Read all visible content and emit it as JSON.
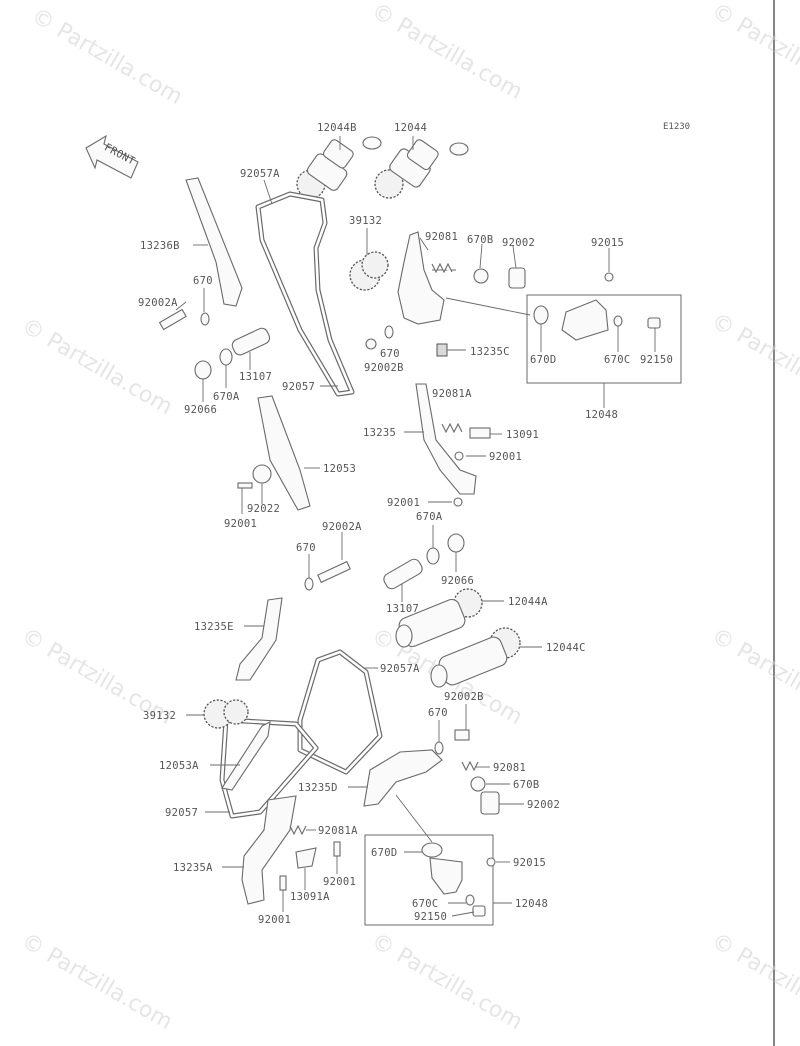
{
  "diagram_code": "E1230",
  "front_label": "FRONT",
  "watermark": "© Partzilla.com",
  "parts_upper": {
    "p12044B": "12044B",
    "p12044": "12044",
    "p92057A": "92057A",
    "p13236B": "13236B",
    "p39132": "39132",
    "p92081": "92081",
    "p670B": "670B",
    "p92002": "92002",
    "p92015": "92015",
    "p670": "670",
    "p92002A": "92002A",
    "p670D": "670D",
    "p670C": "670C",
    "p92150": "92150",
    "p13235C": "13235C",
    "p670b": "670",
    "p92002B": "92002B",
    "p13107": "13107",
    "p92057": "92057",
    "p670A": "670A",
    "p92066": "92066",
    "p12048": "12048",
    "p92081A": "92081A",
    "p13235": "13235",
    "p13091": "13091",
    "p92001a": "92001",
    "p12053": "12053",
    "p92022": "92022",
    "p92001b": "92001",
    "p92001c": "92001"
  },
  "parts_lower": {
    "p670A": "670A",
    "p92002A": "92002A",
    "p670": "670",
    "p92066": "92066",
    "p13107": "13107",
    "p12044A": "12044A",
    "p13235E": "13235E",
    "p12044C": "12044C",
    "p92057A": "92057A",
    "p39132": "39132",
    "p92002B": "92002B",
    "p670b": "670",
    "p12053A": "12053A",
    "p92081": "92081",
    "p13235D": "13235D",
    "p670B": "670B",
    "p92002": "92002",
    "p92057": "92057",
    "p92081A": "92081A",
    "p670D": "670D",
    "p92015": "92015",
    "p13235A": "13235A",
    "p92001a": "92001",
    "p13091A": "13091A",
    "p670C": "670C",
    "p12048": "12048",
    "p92150": "92150",
    "p92001b": "92001"
  }
}
